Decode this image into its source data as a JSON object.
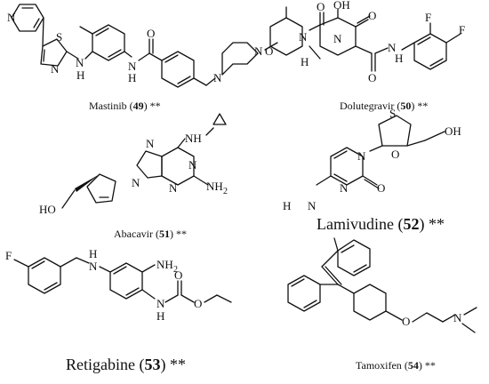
{
  "molecules": [
    {
      "name": "Mastinib",
      "number": "49",
      "marker": "**"
    },
    {
      "name": "Dolutegravir",
      "number": "50",
      "marker": "**"
    },
    {
      "name": "Abacavir",
      "number": "51",
      "marker": "**"
    },
    {
      "name": "Lamivudine",
      "number": "52",
      "marker": "**"
    },
    {
      "name": "Retigabine",
      "number": "53",
      "marker": "**"
    },
    {
      "name": "Tamoxifen",
      "number": "54",
      "marker": "**"
    }
  ],
  "atoms": {
    "N": "N",
    "NH": "NH",
    "H": "H",
    "S": "S",
    "O": "O",
    "F": "F",
    "OH": "OH",
    "HO": "HO",
    "NH2": "NH",
    "sub2": "2",
    "H2N": "H",
    "N2": "N"
  }
}
